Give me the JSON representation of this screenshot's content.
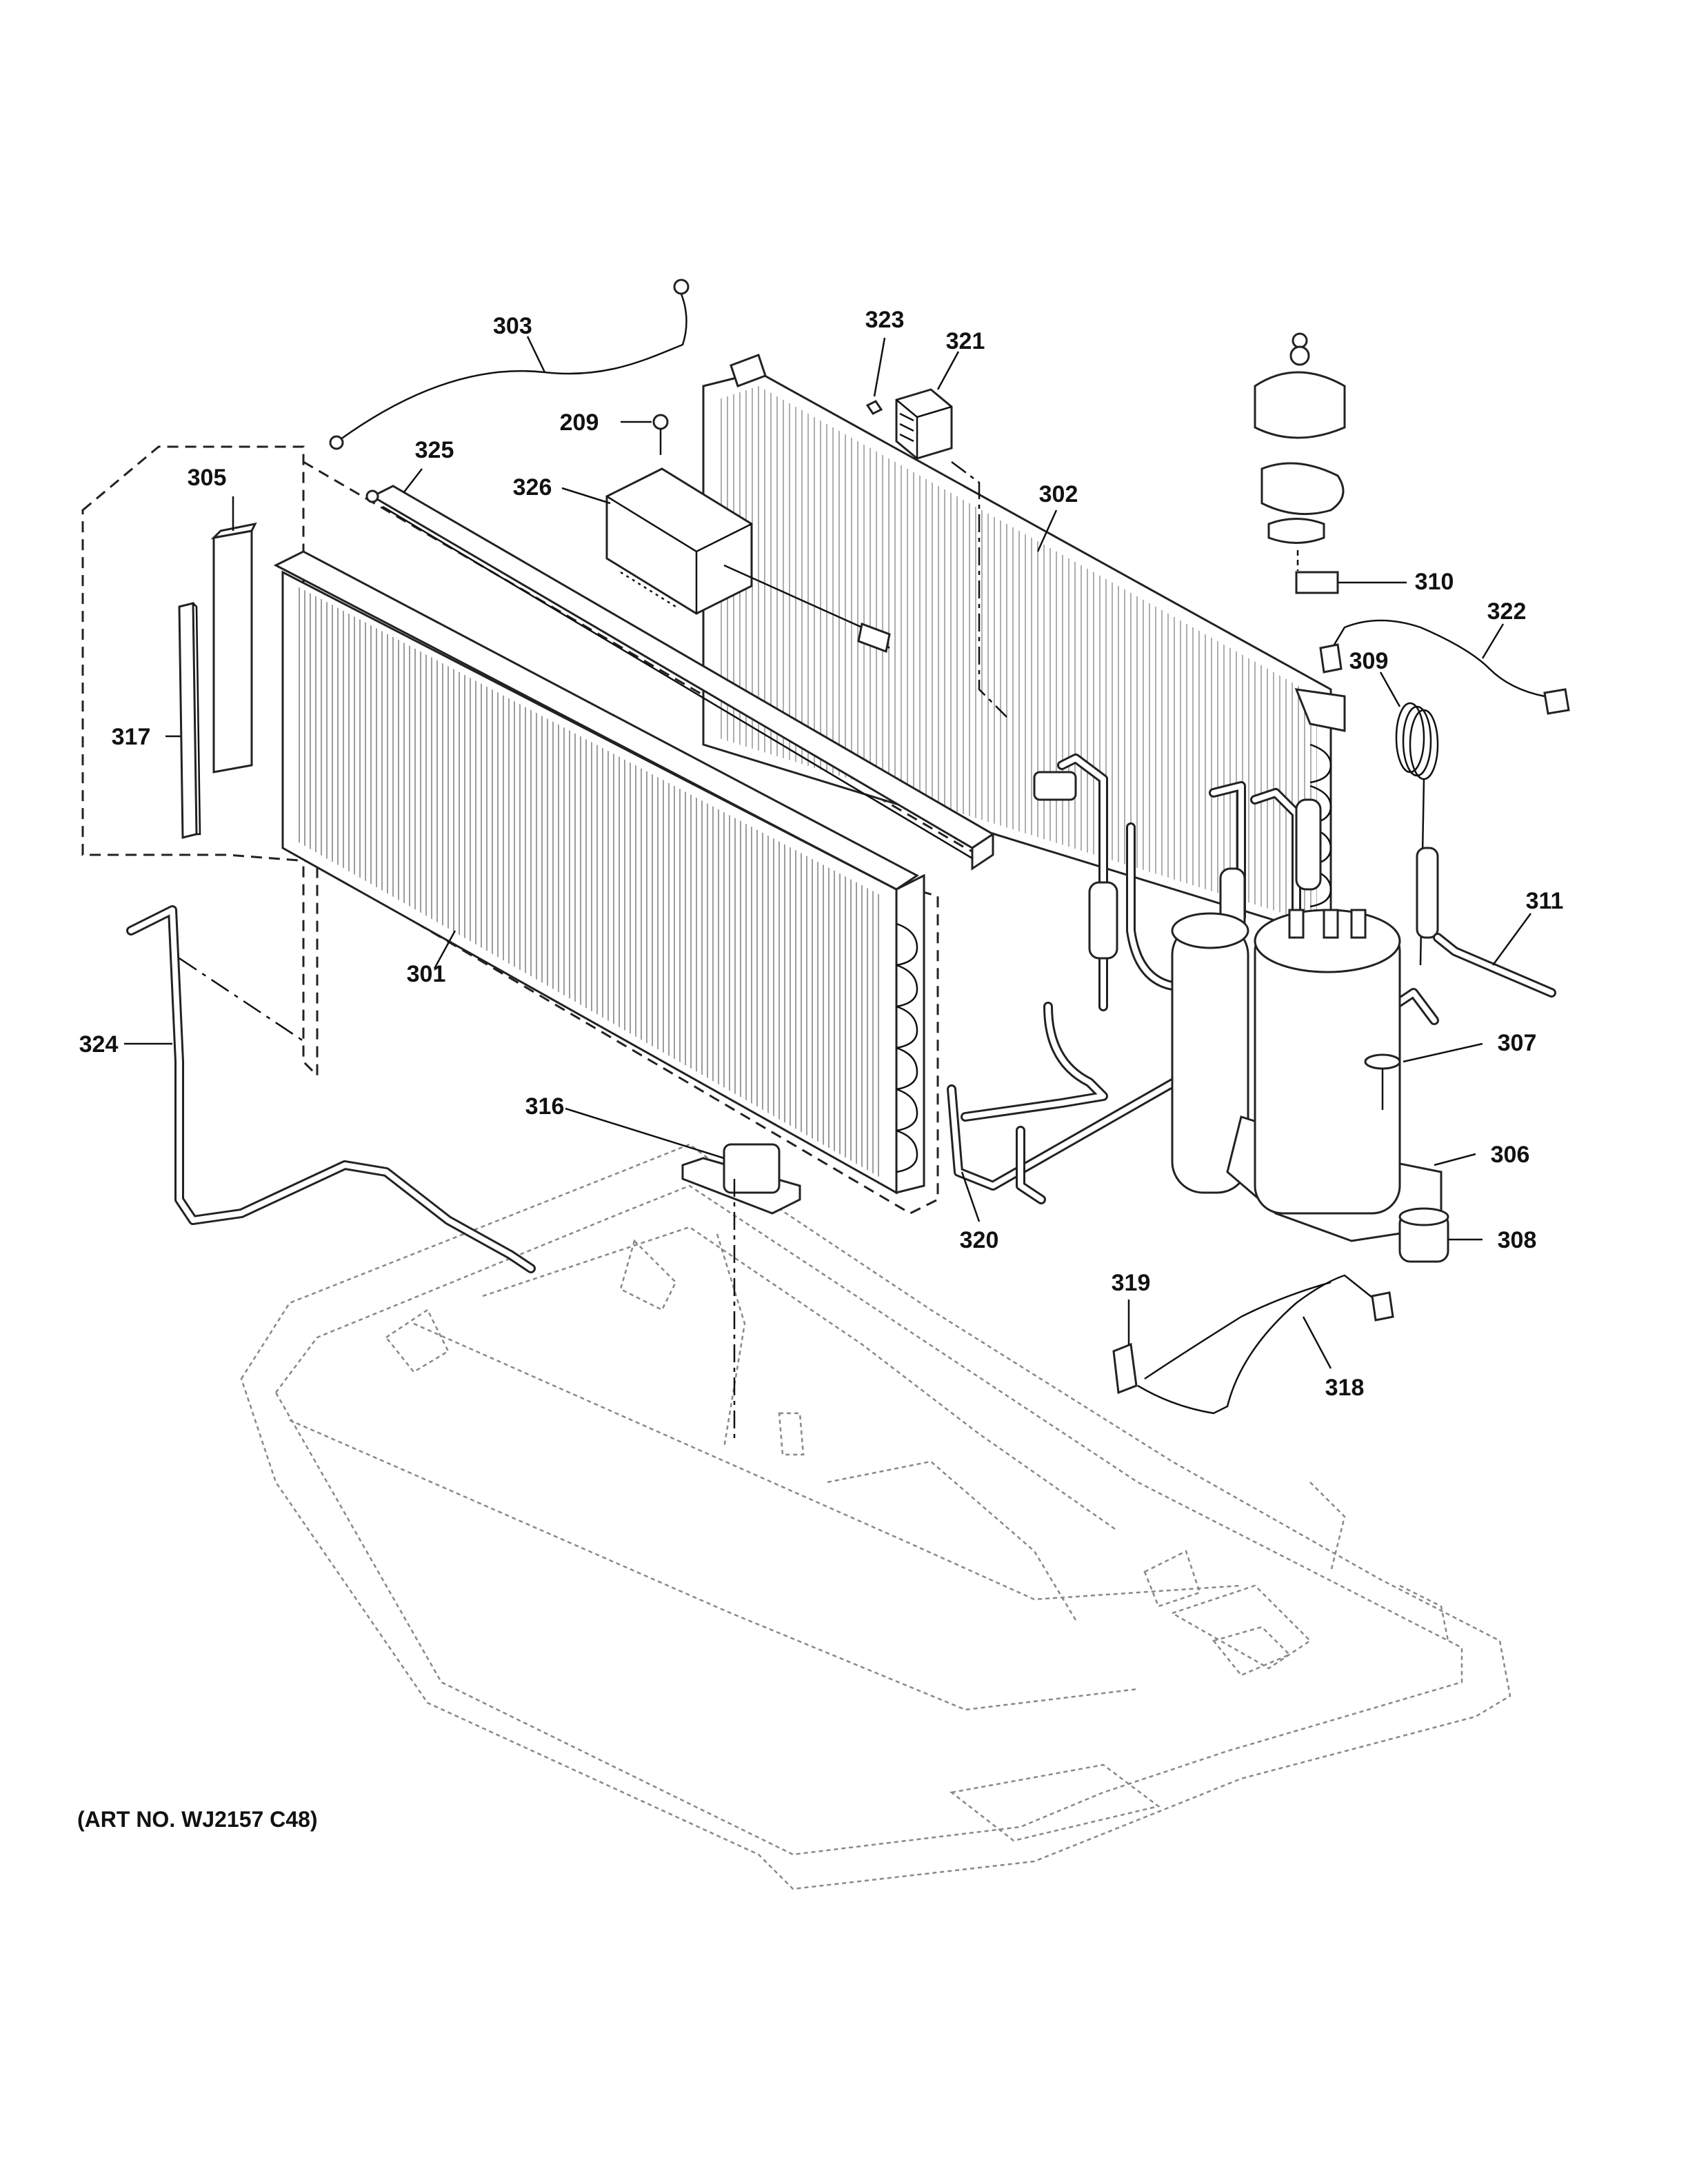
{
  "art_number": "(ART NO. WJ2157 C48)",
  "callouts": [
    {
      "id": "303",
      "label": "303"
    },
    {
      "id": "323",
      "label": "323"
    },
    {
      "id": "321",
      "label": "321"
    },
    {
      "id": "209",
      "label": "209"
    },
    {
      "id": "325",
      "label": "325"
    },
    {
      "id": "305",
      "label": "305"
    },
    {
      "id": "326",
      "label": "326"
    },
    {
      "id": "302",
      "label": "302"
    },
    {
      "id": "310",
      "label": "310"
    },
    {
      "id": "322",
      "label": "322"
    },
    {
      "id": "309",
      "label": "309"
    },
    {
      "id": "317",
      "label": "317"
    },
    {
      "id": "311",
      "label": "311"
    },
    {
      "id": "301",
      "label": "301"
    },
    {
      "id": "307",
      "label": "307"
    },
    {
      "id": "324",
      "label": "324"
    },
    {
      "id": "316",
      "label": "316"
    },
    {
      "id": "306",
      "label": "306"
    },
    {
      "id": "308",
      "label": "308"
    },
    {
      "id": "320",
      "label": "320"
    },
    {
      "id": "319",
      "label": "319"
    },
    {
      "id": "318",
      "label": "318"
    }
  ]
}
